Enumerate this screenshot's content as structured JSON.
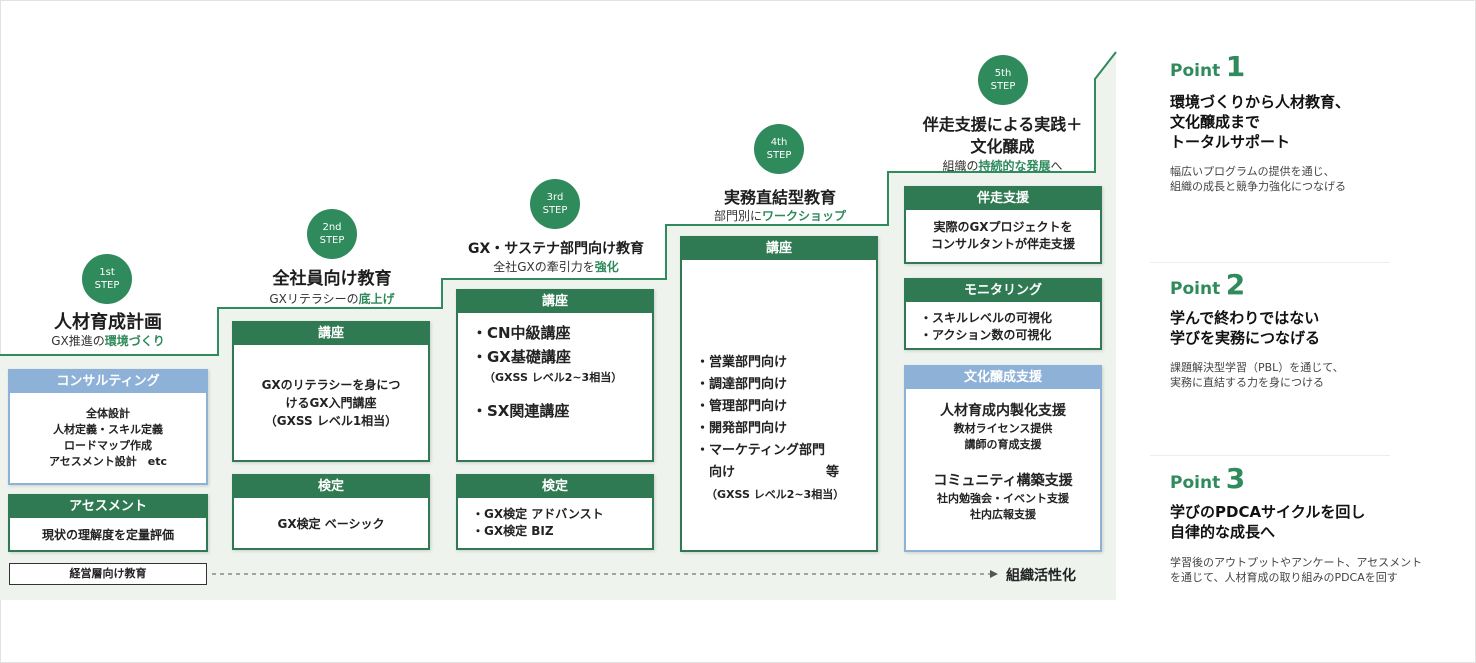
{
  "steps": [
    {
      "num": "1st",
      "label": "STEP",
      "title": "人材育成計画",
      "sub_pre": "GX推進の",
      "sub_hl": "環境づくり",
      "sub_post": ""
    },
    {
      "num": "2nd",
      "label": "STEP",
      "title": "全社員向け教育",
      "sub_pre": "GXリテラシーの",
      "sub_hl": "底上げ",
      "sub_post": ""
    },
    {
      "num": "3rd",
      "label": "STEP",
      "title": "GX・サステナ部門向け教育",
      "sub_pre": "全社GXの牽引力を",
      "sub_hl": "強化",
      "sub_post": ""
    },
    {
      "num": "4th",
      "label": "STEP",
      "title": "実務直結型教育",
      "sub_pre": "部門別に",
      "sub_hl": "ワークショップ",
      "sub_post": ""
    },
    {
      "num": "5th",
      "label": "STEP",
      "title1": "伴走支援による実践＋",
      "title2": "文化醸成",
      "sub_pre": "組織の",
      "sub_hl": "持続的な発展",
      "sub_post": "へ"
    }
  ],
  "col1": {
    "consulting": {
      "header": "コンサルティング",
      "items": [
        "全体設計",
        "人材定義・スキル定義",
        "ロードマップ作成",
        "アセスメント設計　etc"
      ]
    },
    "assessment": {
      "header": "アセスメント",
      "body": "現状の理解度を定量評価"
    }
  },
  "col2": {
    "course": {
      "header": "講座",
      "lines": [
        "GXのリテラシーを身につ",
        "けるGX入門講座",
        "（GXSS レベル1相当）"
      ]
    },
    "exam": {
      "header": "検定",
      "body": "GX検定 ベーシック"
    }
  },
  "col3": {
    "course": {
      "header": "講座",
      "items": [
        "・CN中級講座",
        "・GX基礎講座",
        "（GXSS レベル2~3相当）",
        "・SX関連講座"
      ]
    },
    "exam": {
      "header": "検定",
      "items": [
        "・GX検定 アドバンスト",
        "・GX検定 BIZ"
      ]
    }
  },
  "col4": {
    "course": {
      "header": "講座",
      "items": [
        "・営業部門向け",
        "・調達部門向け",
        "・管理部門向け",
        "・開発部門向け",
        "・マーケティング部門",
        "　向け　　　　　　　等",
        "（GXSS レベル2~3相当）"
      ]
    }
  },
  "col5": {
    "support": {
      "header": "伴走支援",
      "lines": [
        "実際のGXプロジェクトを",
        "コンサルタントが伴走支援"
      ]
    },
    "monitoring": {
      "header": "モニタリング",
      "items": [
        "・スキルレベルの可視化",
        "・アクション数の可視化"
      ]
    },
    "culture": {
      "header": "文化醸成支援",
      "g1_title": "人材育成内製化支援",
      "g1_items": [
        "教材ライセンス提供",
        "講師の育成支援"
      ],
      "g2_title": "コミュニティ構築支援",
      "g2_items": [
        "社内勉強会・イベント支援",
        "社内広報支援"
      ]
    }
  },
  "bottom": {
    "exec": "経営層向け教育",
    "result": "組織活性化"
  },
  "points": [
    {
      "label": "Point",
      "num": "1",
      "heading": [
        "環境づくりから人材教育、",
        "文化醸成まで",
        "トータルサポート"
      ],
      "desc": [
        "幅広いプログラムの提供を通じ、",
        "組織の成長と競争力強化につなげる"
      ]
    },
    {
      "label": "Point",
      "num": "2",
      "heading": [
        "学んで終わりではない",
        "学びを実務につなげる"
      ],
      "desc": [
        "課題解決型学習（PBL）を通じて、",
        "実務に直結する力を身につける"
      ]
    },
    {
      "label": "Point",
      "num": "3",
      "heading": [
        "学びのPDCAサイクルを回し",
        "自律的な成長へ"
      ],
      "desc": [
        "学習後のアウトプットやアンケート、アセスメント",
        "を通じて、人材育成の取り組みのPDCAを回す"
      ]
    }
  ],
  "colors": {
    "green": "#2f8a5c",
    "dark_green": "#2f7a52",
    "blue": "#8eb1d8",
    "bg_green": "#eef3ee"
  }
}
